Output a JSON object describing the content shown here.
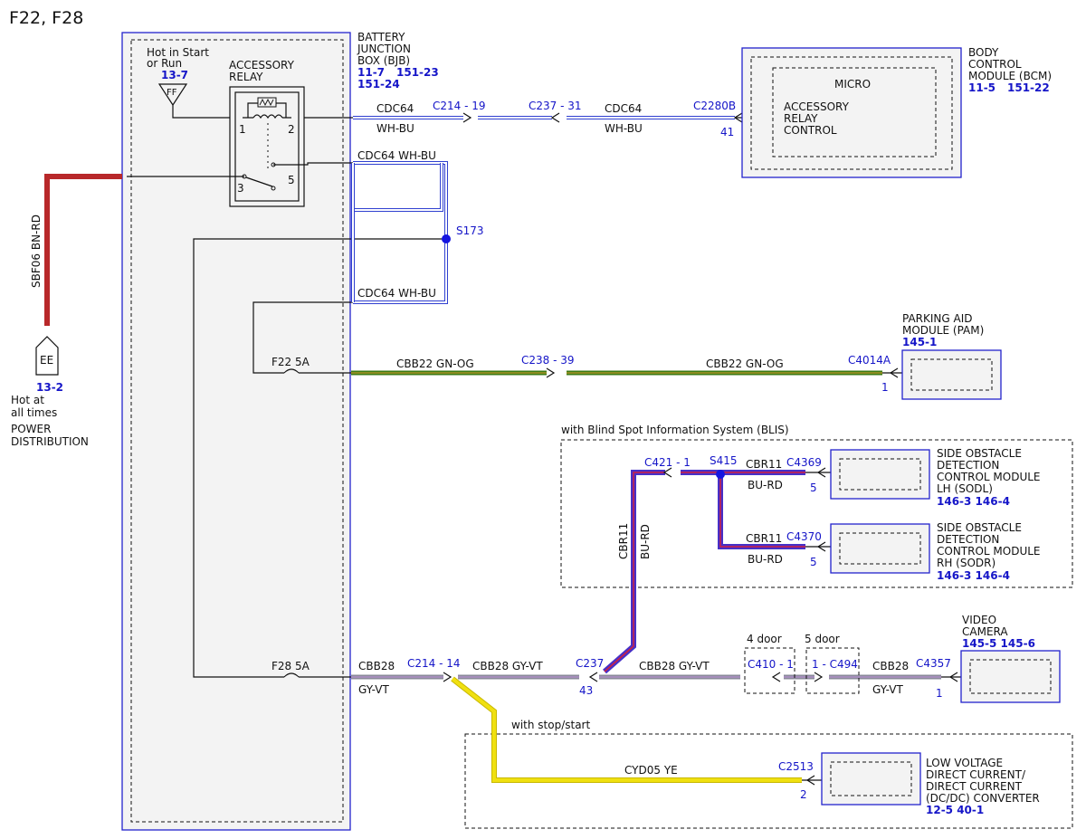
{
  "title": "F22, F28",
  "colors": {
    "accent_blue": "#1515c8",
    "bn_rd": "#b8282a",
    "gn_og": "#3c7a14",
    "gn_og_stripe": "#e0a030",
    "bu_rd_outer": "#4630c8",
    "bu_rd_inner": "#d02040",
    "gy_vt": "#8a8a9a",
    "gy_vt_stripe": "#b090c8",
    "ye": "#f0e010",
    "wh_bu": "#3040d0",
    "module_fill": "#f3f3f3"
  },
  "power": {
    "pin": "EE",
    "ref": "13-2",
    "hot_line1": "Hot at",
    "hot_line2": "all times",
    "dist_line1": "POWER",
    "dist_line2": "DISTRIBUTION",
    "wire_label": "SBF06  BN-RD"
  },
  "bjb": {
    "name_line1": "BATTERY",
    "name_line2": "JUNCTION",
    "name_line3": "BOX (BJB)",
    "ref1": "11-7",
    "ref2": "151-23",
    "ref3": "151-24",
    "hot_line1": "Hot in Start",
    "hot_line2": "or Run",
    "hot_ref": "13-7",
    "ff_label": "FF",
    "relay_line1": "ACCESSORY",
    "relay_line2": "RELAY",
    "relay_pins": [
      "1",
      "2",
      "3",
      "5"
    ],
    "fuse_f22": "F22  5A",
    "fuse_f28": "F28  5A"
  },
  "bcm": {
    "name_line1": "BODY",
    "name_line2": "CONTROL",
    "name_line3": "MODULE (BCM)",
    "ref1": "11-5",
    "ref2": "151-22",
    "micro": "MICRO",
    "func_line1": "ACCESSORY",
    "func_line2": "RELAY",
    "func_line3": "CONTROL",
    "connector": "C2280B",
    "pin": "41"
  },
  "wires": {
    "cdc64": "CDC64",
    "wh_bu": "WH-BU",
    "cdc64_wh_bu": "CDC64  WH-BU",
    "cbb22_gn_og": "CBB22  GN-OG",
    "cbb28": "CBB28",
    "gy_vt": "GY-VT",
    "cbb28_gy_vt": "CBB28  GY-VT",
    "cbr11": "CBR11",
    "bu_rd": "BU-RD",
    "cyd05_ye": "CYD05  YE"
  },
  "connectors": {
    "c214_19": "C214 - 19",
    "c237_31": "C237 - 31",
    "s173": "S173",
    "c238_39": "C238 - 39",
    "c4014a": "C4014A",
    "c4014a_pin": "1",
    "c421_1": "C421 - 1",
    "s415": "S415",
    "c4369": "C4369",
    "c4369_pin": "5",
    "c4370": "C4370",
    "c4370_pin": "5",
    "c214_14": "C214 - 14",
    "c237": "C237",
    "c237_pin": "43",
    "c410_1": "C410 - 1",
    "c494": "1 - C494",
    "c4357": "C4357",
    "c4357_pin": "1",
    "c2513": "C2513",
    "c2513_pin": "2"
  },
  "pam": {
    "line1": "PARKING AID",
    "line2": "MODULE (PAM)",
    "ref": "145-1"
  },
  "blis": {
    "title": "with Blind Spot Information System (BLIS)"
  },
  "sodl": {
    "line1": "SIDE OBSTACLE",
    "line2": "DETECTION",
    "line3": "CONTROL MODULE",
    "line4": "LH (SODL)",
    "ref": "146-3  146-4"
  },
  "sodr": {
    "line1": "SIDE OBSTACLE",
    "line2": "DETECTION",
    "line3": "CONTROL MODULE",
    "line4": "RH (SODR)",
    "ref": "146-3  146-4"
  },
  "doors": {
    "four": "4 door",
    "five": "5 door"
  },
  "camera": {
    "line1": "VIDEO",
    "line2": "CAMERA",
    "ref": "145-5 145-6"
  },
  "stopstart": {
    "title": "with stop/start"
  },
  "dcdc": {
    "line1": "LOW VOLTAGE",
    "line2": "DIRECT CURRENT/",
    "line3": "DIRECT CURRENT",
    "line4": "(DC/DC) CONVERTER",
    "ref": "12-5  40-1"
  }
}
